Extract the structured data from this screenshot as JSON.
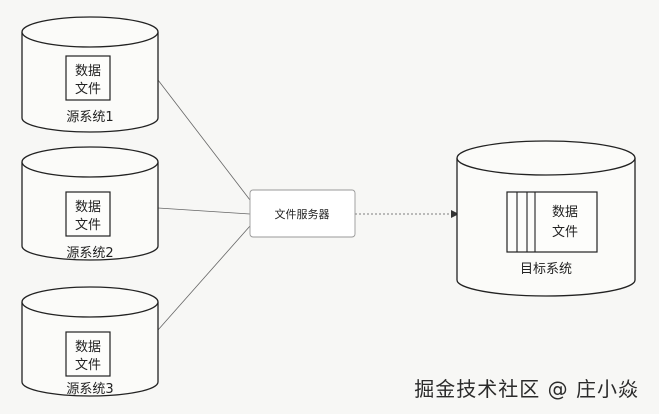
{
  "sources": [
    {
      "box_line1": "数据",
      "box_line2": "文件",
      "label": "源系统1"
    },
    {
      "box_line1": "数据",
      "box_line2": "文件",
      "label": "源系统2"
    },
    {
      "box_line1": "数据",
      "box_line2": "文件",
      "label": "源系统3"
    }
  ],
  "file_server": {
    "label": "文件服务器"
  },
  "target": {
    "box_line1": "数据",
    "box_line2": "文件",
    "label": "目标系统"
  },
  "watermark": "掘金技术社区 @ 庄小焱"
}
